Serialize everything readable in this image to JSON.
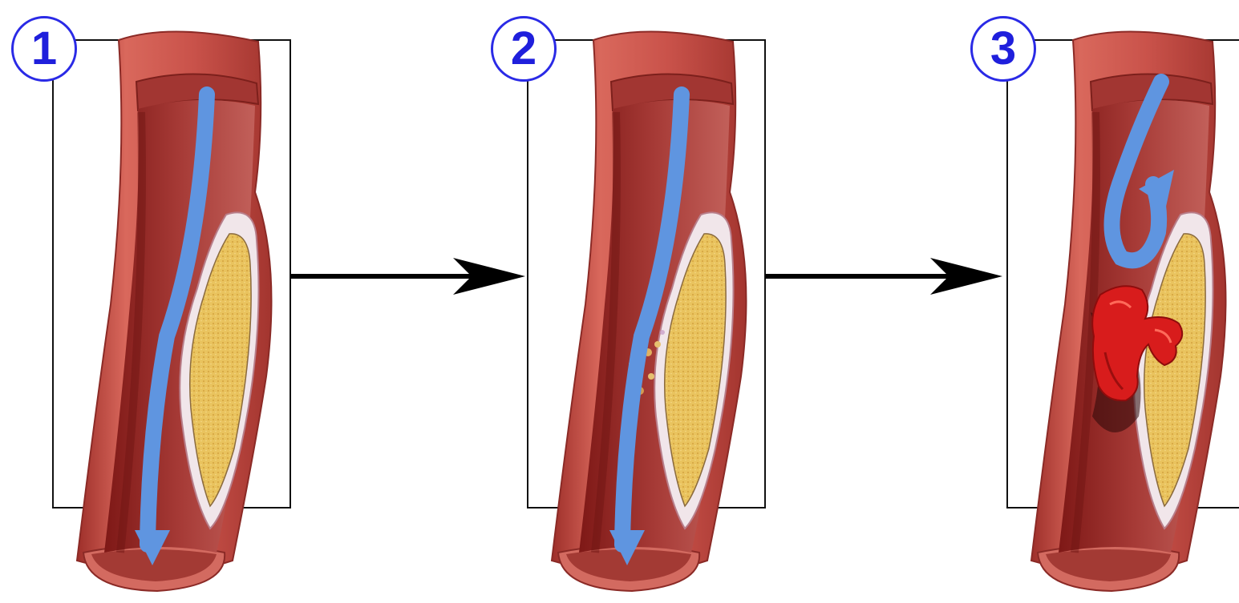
{
  "steps": [
    {
      "number": "1",
      "stage": "normal-flow"
    },
    {
      "number": "2",
      "stage": "plaque-rupture"
    },
    {
      "number": "3",
      "stage": "thrombus-turbulent-flow"
    }
  ],
  "colors": {
    "label_blue": "#1f1fdc",
    "artery_outer": "#c8524a",
    "artery_inner": "#8e1e1c",
    "plaque": "#e8c460",
    "flow_arrow": "#5f95e0",
    "clot": "#d81c1c"
  }
}
